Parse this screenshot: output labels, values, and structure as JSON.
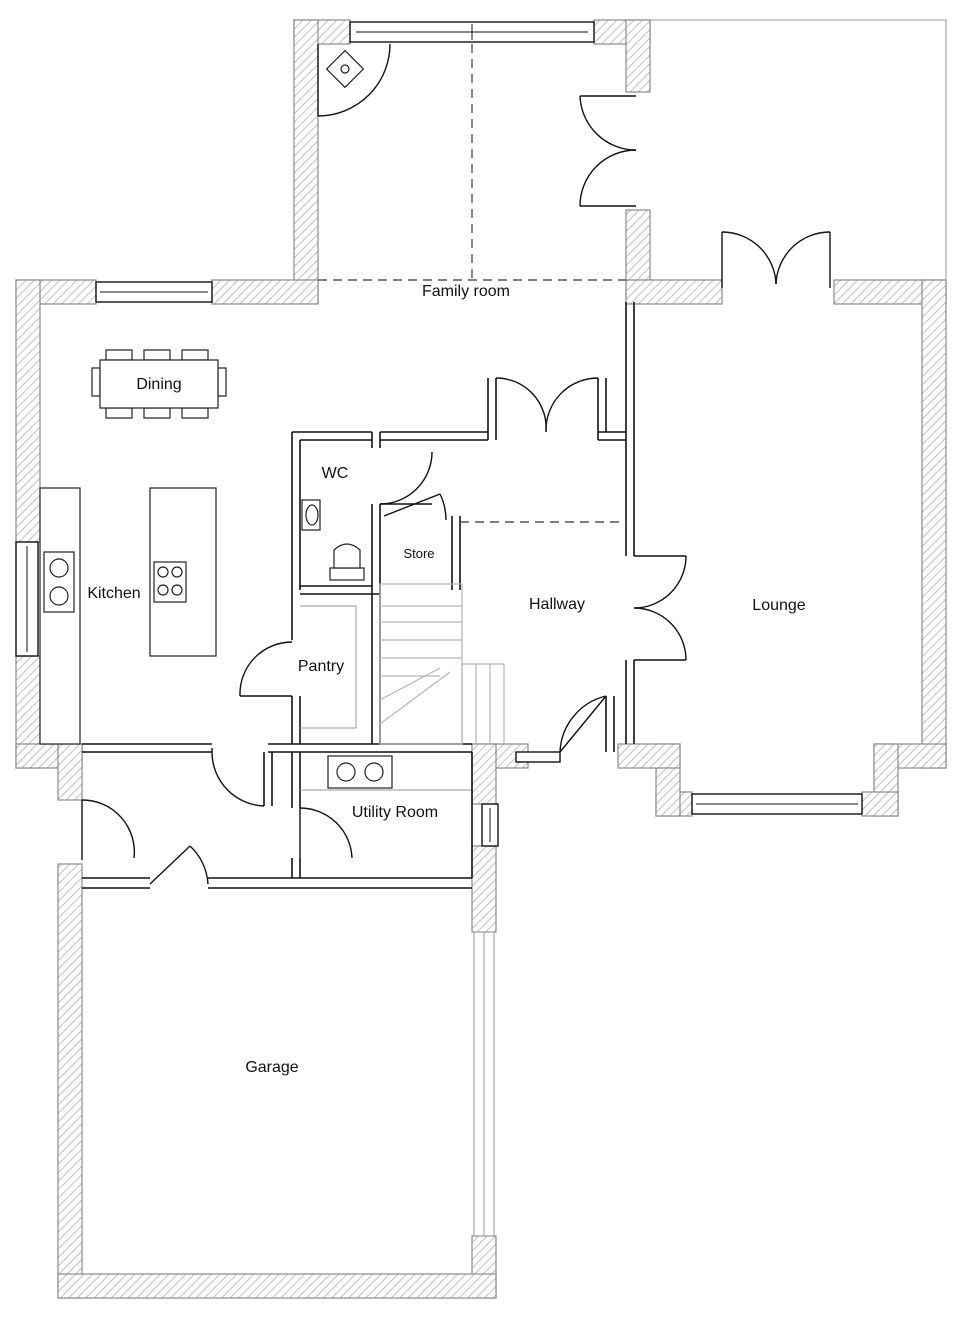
{
  "rooms": {
    "family_room": "Family room",
    "dining": "Dining",
    "wc": "WC",
    "kitchen": "Kitchen",
    "store": "Store",
    "hallway": "Hallway",
    "lounge": "Lounge",
    "pantry": "Pantry",
    "utility_room": "Utility Room",
    "garage": "Garage"
  },
  "colors": {
    "wall_hatch": "#9a9a9a",
    "line": "#111111",
    "background": "#ffffff"
  }
}
